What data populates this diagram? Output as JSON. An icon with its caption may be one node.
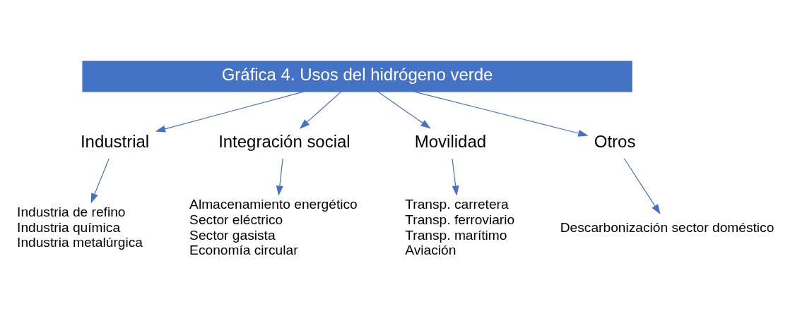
{
  "diagram": {
    "nodes": [
      {
        "text": [
          "Gráfica 4. Usos del hidrógeno verde"
        ]
      },
      {
        "text": [
          "Industrial"
        ]
      },
      {
        "text": [
          "Integración social"
        ]
      },
      {
        "text": [
          "Movilidad"
        ]
      },
      {
        "text": [
          "Otros"
        ]
      },
      {
        "text": [
          "Industria de refino",
          "Industria química",
          "Industria metalúrgica"
        ]
      },
      {
        "text": [
          "Almacenamiento energético",
          "Sector eléctrico",
          "Sector gasista",
          "Economía circular"
        ]
      },
      {
        "text": [
          "Transp. carretera",
          "Transp. ferroviario",
          "Transp. marítimo",
          "Aviación"
        ]
      },
      {
        "text": [
          "Descarbonización sector doméstico"
        ]
      }
    ],
    "edges": [
      {
        "from": 0,
        "to": 1,
        "arrow": "to"
      },
      {
        "from": 0,
        "to": 2,
        "arrow": "to"
      },
      {
        "from": 0,
        "to": 3,
        "arrow": "to"
      },
      {
        "from": 0,
        "to": 4,
        "arrow": "to"
      },
      {
        "from": 1,
        "to": 5,
        "arrow": "to"
      },
      {
        "from": 2,
        "to": 6,
        "arrow": "to"
      },
      {
        "from": 3,
        "to": 7,
        "arrow": "to"
      },
      {
        "from": 4,
        "to": 8,
        "arrow": "to"
      }
    ]
  }
}
